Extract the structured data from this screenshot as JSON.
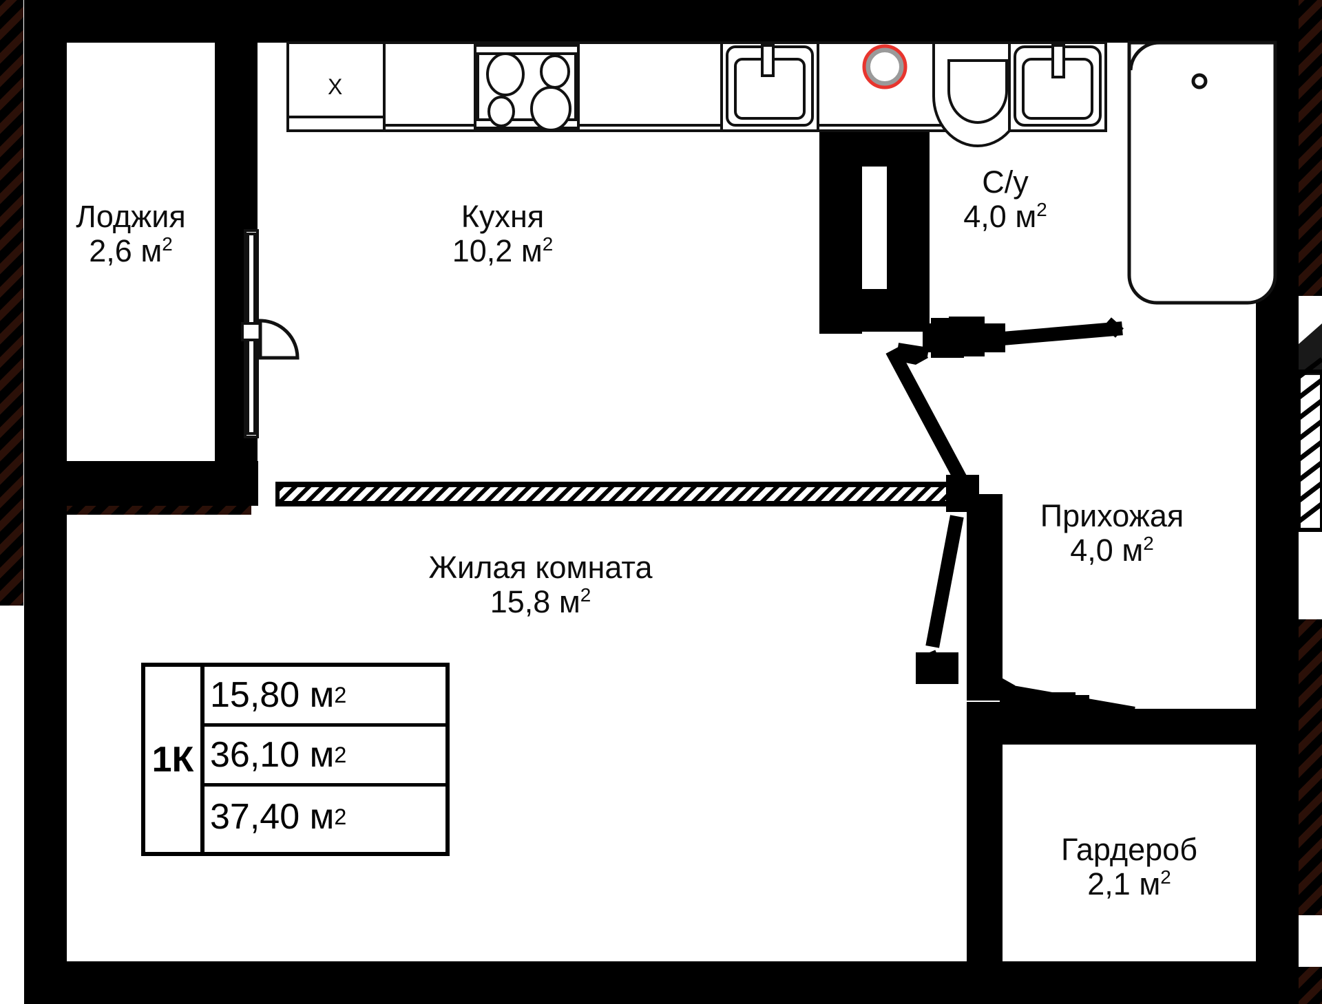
{
  "plan": {
    "type": "apartment-floor-plan",
    "unit_type": "1К",
    "area_unit": "м²",
    "rooms": [
      {
        "id": "loggia",
        "name": "Лоджия",
        "area": "2,6",
        "unit": "м",
        "sup": "2"
      },
      {
        "id": "kitchen",
        "name": "Кухня",
        "area": "10,2",
        "unit": "м",
        "sup": "2"
      },
      {
        "id": "bathroom",
        "name": "С/у",
        "area": "4,0",
        "unit": "м",
        "sup": "2"
      },
      {
        "id": "hallway",
        "name": "Прихожая",
        "area": "4,0",
        "unit": "м",
        "sup": "2"
      },
      {
        "id": "living-room",
        "name": "Жилая комната",
        "area": "15,8",
        "unit": "м",
        "sup": "2"
      },
      {
        "id": "wardrobe",
        "name": "Гардероб",
        "area": "2,1",
        "unit": "м",
        "sup": "2"
      }
    ],
    "fixtures": {
      "refrigerator_mark": "X",
      "items": [
        "refrigerator",
        "cooktop-4-burner",
        "kitchen-sink",
        "toilet",
        "bathroom-sink",
        "bathtub",
        "riser-pipe"
      ]
    },
    "area_table": {
      "type_label": "1К",
      "rows": [
        {
          "value": "15,80",
          "unit": "м",
          "sup": "2"
        },
        {
          "value": "36,10",
          "unit": "м",
          "sup": "2"
        },
        {
          "value": "37,40",
          "unit": "м",
          "sup": "2"
        }
      ]
    },
    "colors": {
      "wall": "#000000",
      "hatch_exterior": "#2b1008",
      "pipe_red": "#e8352e",
      "pipe_gray": "#9a9a9a",
      "fixture_line": "#111111",
      "background": "#ffffff"
    }
  }
}
